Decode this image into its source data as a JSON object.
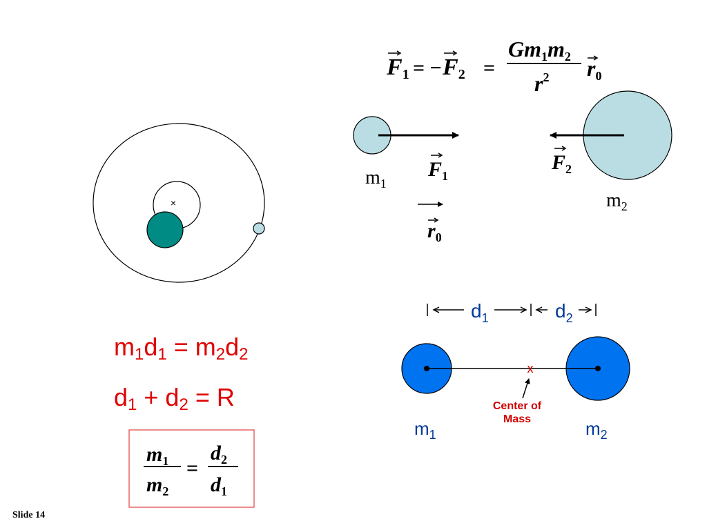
{
  "slide_label": "Slide 14",
  "colors": {
    "pale_body": "#b9dde3",
    "teal_body": "#008b84",
    "blue_body": "#0073f0",
    "red_text": "#e00000",
    "navy_text": "#003a9a",
    "box_border": "#e04040",
    "com_label": "#d00000"
  },
  "orbit": {
    "center_mark": "×"
  },
  "force_eq": {
    "F": "F",
    "sub1": "1",
    "sub2": "2",
    "eq": "=",
    "minus_eq": "= −",
    "G": "G",
    "m": "m",
    "r": "r",
    "sq": "2",
    "r0": "r",
    "sub0": "0"
  },
  "force_diag": {
    "m1": "m",
    "m1_sub": "1",
    "m2": "m",
    "m2_sub": "2",
    "F1": "F",
    "F1_sub": "1",
    "F2": "F",
    "F2_sub": "2",
    "r0": "r",
    "r0_sub": "0"
  },
  "red_eq1": {
    "m": "m",
    "s1": "1",
    "d": "d",
    "s1b": "1",
    "eq": " = ",
    "m2": "m",
    "s2": "2",
    "d2": "d",
    "s2b": "2"
  },
  "red_eq2": {
    "d": "d",
    "s1": "1",
    "plus": " + ",
    "d2": "d",
    "s2": "2",
    "eq": " = ",
    "R": "R"
  },
  "ratio": {
    "m1": "m",
    "s1": "1",
    "m2": "m",
    "s2": "2",
    "eq": "=",
    "d2": "d",
    "s2d": "2",
    "d1": "d",
    "s1d": "1"
  },
  "com": {
    "d1": "d",
    "d1_sub": "1",
    "d2": "d",
    "d2_sub": "2",
    "x_mark": "x",
    "label_line1": "Center of",
    "label_line2": "Mass",
    "m1": "m",
    "m1_sub": "1",
    "m2": "m",
    "m2_sub": "2"
  }
}
